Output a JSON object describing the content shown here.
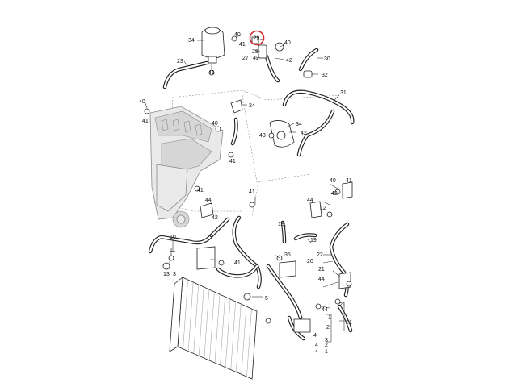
{
  "highlight": {
    "callout": "29",
    "color": "#d42a2a"
  },
  "callouts": {
    "c1": "1",
    "c2": "2",
    "c3": "3",
    "c4": "4",
    "c5": "5",
    "c10": "10",
    "c11": "11",
    "c12": "12",
    "c13": "13",
    "c18": "18",
    "c19": "19",
    "c20": "20",
    "c21": "21",
    "c22": "22",
    "c23": "23",
    "c24": "24",
    "c27": "27",
    "c28": "28",
    "c29": "29",
    "c30": "30",
    "c31": "31",
    "c32": "32",
    "c34": "34",
    "c35": "35",
    "c40": "40",
    "c41": "41",
    "c42": "42",
    "c43": "43",
    "c44": "44"
  }
}
